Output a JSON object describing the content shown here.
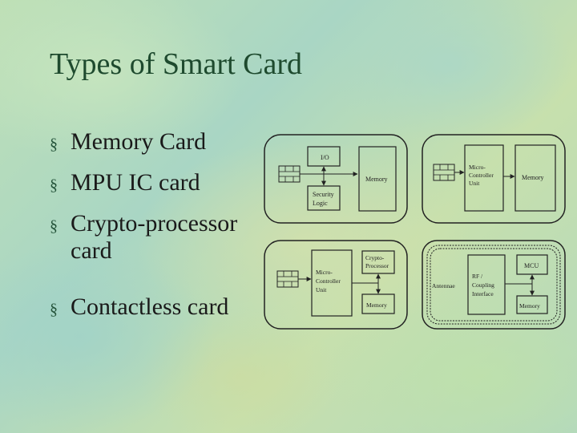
{
  "title": "Types of Smart Card",
  "bullets": [
    "Memory Card",
    "MPU IC card",
    "Crypto-processor card",
    "Contactless card"
  ],
  "bullet_mark": "§",
  "diagrams": {
    "memory_card": {
      "io": "I/O",
      "memory": "Memory",
      "security": [
        "Security",
        "Logic"
      ]
    },
    "mpu_card": {
      "mcu": [
        "Micro-",
        "Controller",
        "Unit"
      ],
      "memory": "Memory"
    },
    "crypto_card": {
      "mcu": [
        "Micro-",
        "Controller",
        "Unit"
      ],
      "crypto": [
        "Crypto-",
        "Processor"
      ],
      "memory": "Memory"
    },
    "contactless_card": {
      "antennae": "Antennae",
      "rf": [
        "RF /",
        "Coupling",
        "Interface"
      ],
      "mcu": "MCU",
      "memory": "Memory"
    }
  }
}
